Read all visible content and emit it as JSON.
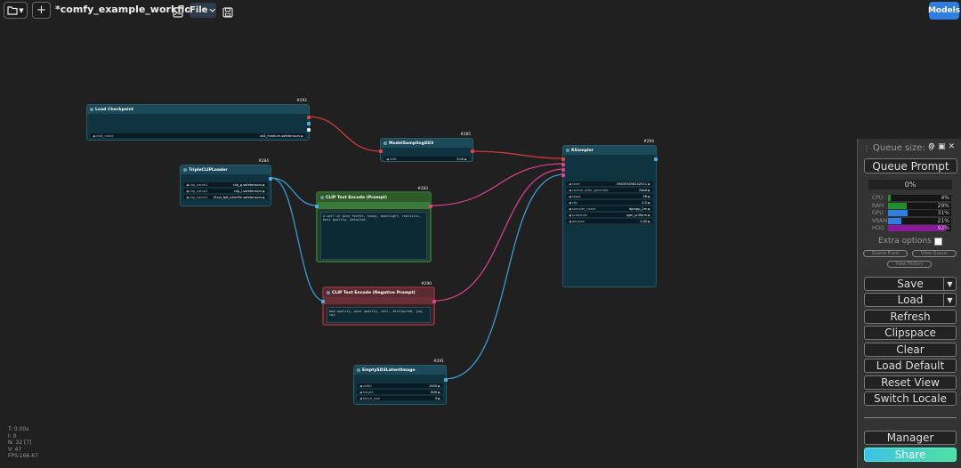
{
  "topbar": {
    "folder_icon": "folder-icon",
    "add_label": "+",
    "workflow_title": "*comfy_example_workflo...",
    "image_icon": "image-icon",
    "file_label": "File",
    "save_icon": "floppy-icon",
    "models_label": "Models"
  },
  "nodes": {
    "load_checkpoint": {
      "id": "#292",
      "title": "Load Checkpoint",
      "widgets": [
        {
          "name": "ckpt_name",
          "value": "sd3_medium.safetensors"
        }
      ]
    },
    "model_sampling": {
      "id": "#285",
      "title": "ModelSamplingSD3",
      "widgets": [
        {
          "name": "shift",
          "value": "3.00"
        }
      ]
    },
    "ksampler": {
      "id": "#294",
      "title": "KSampler",
      "widgets": [
        {
          "name": "seed",
          "value": "598393098142511"
        },
        {
          "name": "control_after_generate",
          "value": "fixed"
        },
        {
          "name": "steps",
          "value": "28"
        },
        {
          "name": "cfg",
          "value": "4.5"
        },
        {
          "name": "sampler_name",
          "value": "dpmpp_2m"
        },
        {
          "name": "scheduler",
          "value": "sgm_uniform"
        },
        {
          "name": "denoise",
          "value": "1.00"
        }
      ]
    },
    "triple_clip": {
      "id": "#284",
      "title": "TripleCLIPLoader",
      "widgets": [
        {
          "name": "clip_name1",
          "value": "clip_g.safetensors"
        },
        {
          "name": "clip_name2",
          "value": "clip_l.safetensors"
        },
        {
          "name": "clip_name3",
          "value": "t5xxl_fp8_e4m3fn.safetensors"
        }
      ]
    },
    "clip_pos": {
      "id": "#283",
      "title": "CLIP Text Encode (Prompt)",
      "text": "a wolf in pine forest, snowy, moonlight, realistic, best quality, detailed"
    },
    "clip_neg": {
      "id": "#290",
      "title": "CLIP Text Encode (Negative Prompt)",
      "text": "bad quality, poor quality, doll, disfigured, jpg, toy"
    },
    "empty_latent": {
      "id": "#291",
      "title": "EmptySD3LatentImage",
      "widgets": [
        {
          "name": "width",
          "value": "1400"
        },
        {
          "name": "height",
          "value": "800"
        },
        {
          "name": "batch_size",
          "value": "3"
        }
      ]
    }
  },
  "panel": {
    "queue_size": "Queue size: 0",
    "queue_prompt": "Queue Prompt",
    "progress": "0%",
    "monitors": [
      {
        "label": "CPU",
        "value": "4%",
        "fraction": 0.04,
        "color": "#1f8f2a"
      },
      {
        "label": "RAM",
        "value": "29%",
        "fraction": 0.29,
        "color": "#1f8f2a"
      },
      {
        "label": "GPU",
        "value": "31%",
        "fraction": 0.31,
        "color": "#2f7de0"
      },
      {
        "label": "VRAM",
        "value": "21%",
        "fraction": 0.21,
        "color": "#2f7de0"
      },
      {
        "label": "HDD",
        "value": "92%",
        "fraction": 0.92,
        "color": "#8a1a9a"
      }
    ],
    "extra_options": "Extra options",
    "queue_front": "Queue Front",
    "view_queue": "View Queue",
    "view_history": "View History",
    "buttons": {
      "save": "Save",
      "load": "Load",
      "refresh": "Refresh",
      "clipspace": "Clipspace",
      "clear": "Clear",
      "load_default": "Load Default",
      "reset_view": "Reset View",
      "switch_locale": "Switch Locale",
      "manager": "Manager",
      "share": "Share"
    }
  },
  "stats": {
    "t": "T: 0.00s",
    "i": "I: 0",
    "n": "N: 32 [7]",
    "v": "V: 47",
    "fps": "FPS:166.67"
  }
}
